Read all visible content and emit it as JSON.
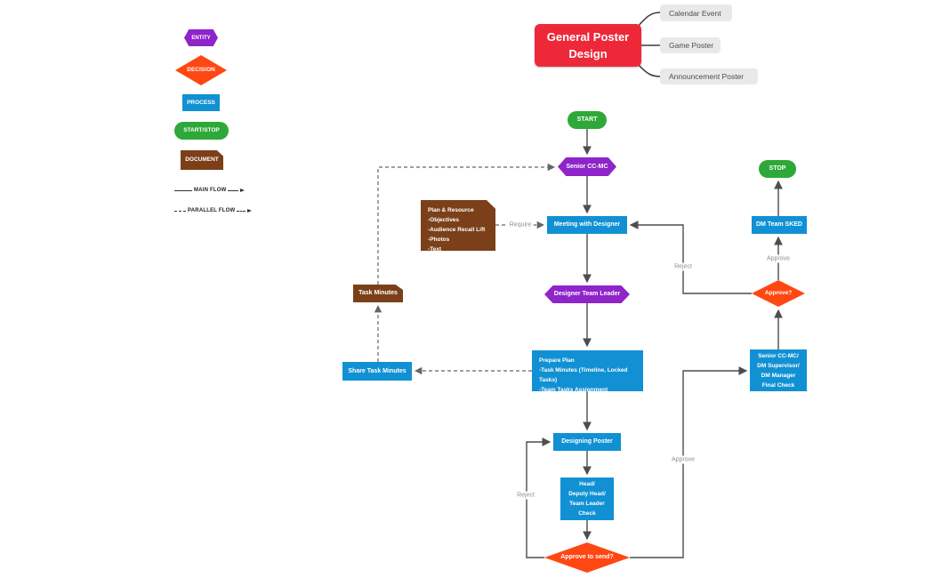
{
  "legend": {
    "entity": "ENTITY",
    "decision": "DECISION",
    "process": "PROCESS",
    "start_stop": "START/STOP",
    "document": "DOCUMENT",
    "main_flow": "MAIN FLOW",
    "parallel_flow": "PARALLEL FLOW"
  },
  "mindmap": {
    "root": "General Poster\nDesign",
    "branches": {
      "calendar": "Calendar Event",
      "game": "Game Poster",
      "announcement": "Announcement Poster"
    }
  },
  "flow": {
    "start": "START",
    "senior_ccmc": "Senior CC-MC",
    "plan_resource": "Plan & Resource\n-Objectives\n-Audience Recall Lift\n-Photos\n-Text",
    "meeting": "Meeting with Designer",
    "designer_team_leader": "Designer Team Leader",
    "prepare_plan": "Prepare Plan\n-Task Minutes (Timeline, Locked Tasks)\n-Team Tasks Assignment",
    "share_task_minutes": "Share Task Minutes",
    "task_minutes": "Task Minutes",
    "designing_poster": "Designing Poster",
    "head_check": "Head/\nDeputy Head/\nTeam Leader\nCheck",
    "approve_to_send": "Approve to send?",
    "final_check": "Senior CC-MC/\nDM Supervisor/\nDM Manager\nFinal Check",
    "approve_q": "Approve?",
    "dm_team_sked": "DM Team SKED",
    "stop": "STOP"
  },
  "edge_labels": {
    "require": "Require",
    "reject_design": "Reject",
    "approve_send": "Approve",
    "reject_meeting": "Reject",
    "approve_sked": "Approve"
  },
  "colors": {
    "entity_purple": "#8E24C9",
    "decision_orange": "#FF4713",
    "process_blue": "#1191D3",
    "start_stop_green": "#2EA838",
    "document_brown": "#7B4019",
    "mindmap_root_red": "#ED2939",
    "mindmap_branch_gray": "#E9E9E9",
    "connector_gray": "#4d4d4d"
  }
}
